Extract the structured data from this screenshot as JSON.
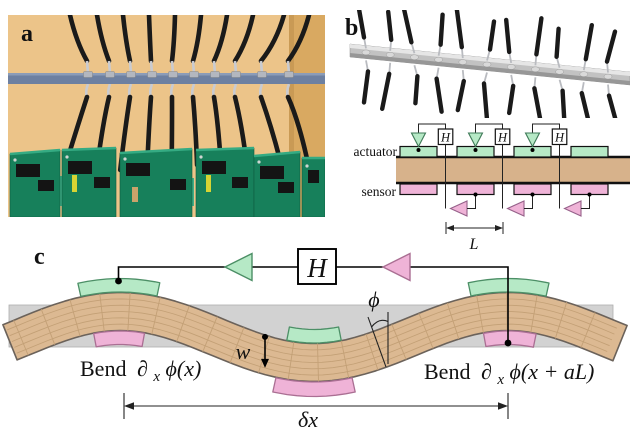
{
  "panels": {
    "a": {
      "label": "a"
    },
    "b": {
      "label": "b",
      "schematic": {
        "actuator_label": "actuator",
        "sensor_label": "sensor",
        "filter_label": "H",
        "unit_length_label": "L"
      }
    },
    "c": {
      "label": "c",
      "filter_label": "H",
      "bend_left": {
        "word": "Bend",
        "partial": "∂",
        "subscript": "x",
        "function": "ϕ(x)"
      },
      "bend_right": {
        "word": "Bend",
        "partial": "∂",
        "subscript": "x",
        "function": "ϕ(x + aL)"
      },
      "deflection_label": "w",
      "rotation_label": "ϕ",
      "distance_label": "δx"
    }
  },
  "colors": {
    "actuator_green": "#b6e9c6",
    "actuator_green_border": "#4c8f66",
    "sensor_pink": "#efb3d7",
    "sensor_pink_border": "#aa6f93",
    "beam_tan": "#dcb992",
    "beam_grid": "#c3a076",
    "beam_outline": "#6b625a",
    "schematic_beam_tan": "#d7b28b",
    "reference_gray": "#d2d2d2",
    "photo_background_tan": "#ecc489",
    "photo_shadow_tan": "#d9a961",
    "photo_beam_blue": "#6d80a1",
    "pcb_green": "#17805b",
    "pcb_dark": "#141414",
    "wire_black": "#1a1a1a",
    "wire_silver": "#c9cbd1",
    "metal_beam_gray": "#c2c2c2"
  }
}
